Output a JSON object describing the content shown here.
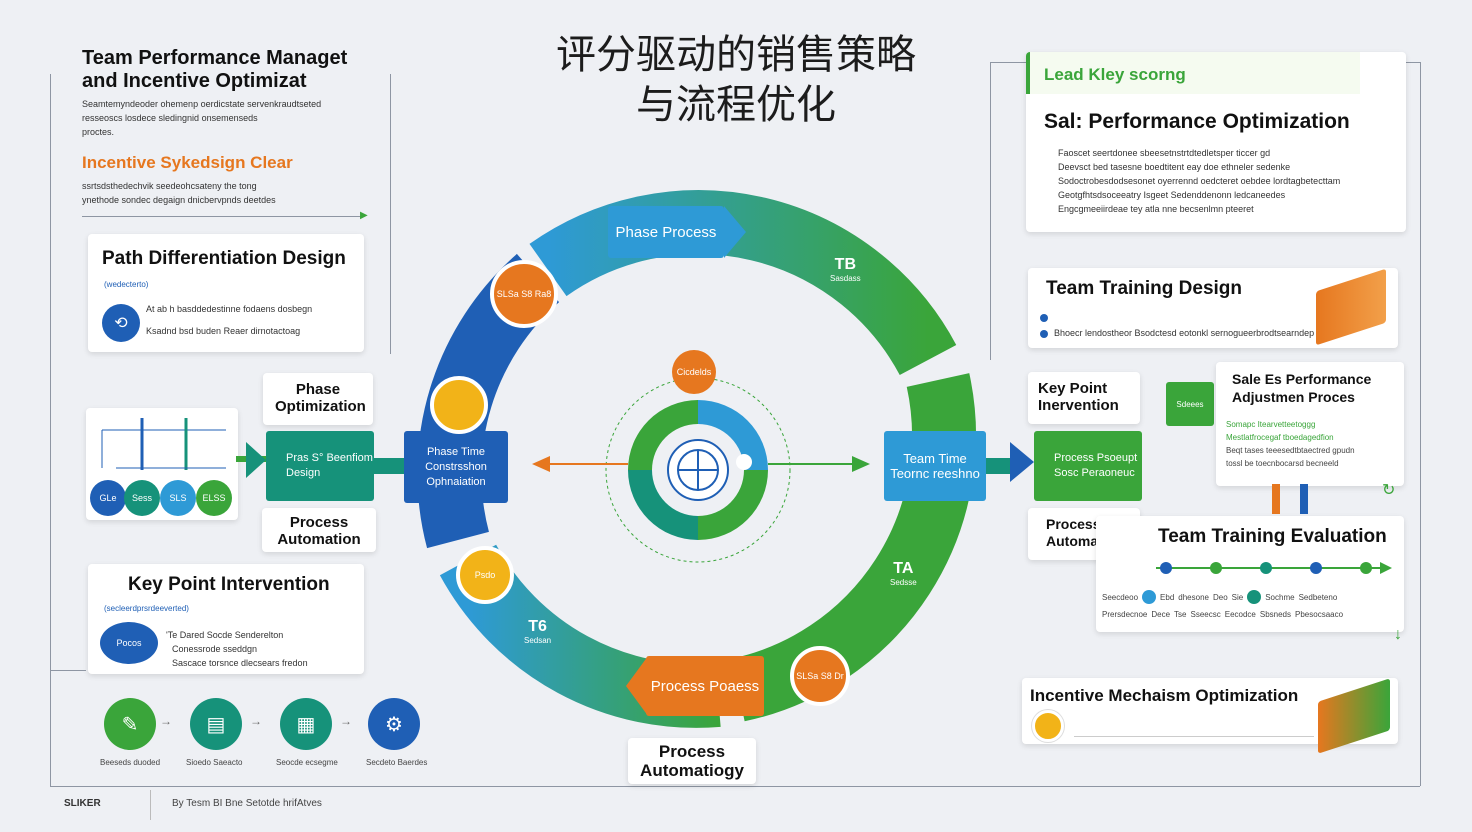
{
  "title": {
    "line1": "评分驱动的销售策略",
    "line2": "与流程优化"
  },
  "left": {
    "header_title_1": "Team Performance Managet",
    "header_title_2": "and Incentive Optimizat",
    "header_desc_1": "Seamtemyndeoder ohemenp oerdicstate servenkraudtseted",
    "header_desc_2": "resseoscs losdece sledingnid onsemenseds",
    "header_desc_3": "proctes.",
    "incentive_title": "Incentive Sykedsign Clear",
    "incentive_desc_1": "ssrtsdsthedechvik seedeohcsateny the tong",
    "incentive_desc_2": "ynethode sondec degaign dnicbervpnds deetdes",
    "path_title": "Path Differentiation Design",
    "path_sub": "(wedecterto)",
    "path_item_1": "At ab h basddedestinne fodaens dosbegn",
    "path_item_2": "Ksadnd bsd buden Reaer dirnotactoag",
    "phase_opt_label": "Phase Optimization",
    "phase_box_label": "Pras S° Beenfiom Design",
    "process_auto_label": "Process Automation",
    "bubbles": [
      "GLe",
      "Sess",
      "SLS",
      "ELSS"
    ],
    "key_title": "Key Point Intervention",
    "key_sub": "(secleerdprsrdeeverted)",
    "key_badge": "Pocos",
    "key_item_1": "'Te  Dared Socde Senderelton",
    "key_item_2": "Conessrode sseddgn",
    "key_item_3": "Sascace torsnce dlecsears fredon",
    "icon_labels": [
      "Beeseds duoded",
      "Sioedo Saeacto",
      "Seocde ecsegme",
      "Secdeto Baerdes"
    ],
    "footer_logo": "SLIKER",
    "footer_text": "By Tesm BI Bne Setotde hrifAtves"
  },
  "center": {
    "phase_process": "Phase Process",
    "phase_time": "Phase Time Constrsshon Ophnaiation",
    "team_time": "Team Time Teornc reeshno",
    "process_bottom": "Process Poaess",
    "process_auto_bottom": "Process Automatiogy",
    "tb_top": "TB",
    "tb_top_sub": "Sasdass",
    "ta_right": "TA",
    "ta_right_sub": "Sedsse",
    "tb_left": "T6",
    "tb_left_sub": "Sedsan",
    "node_top_left": "SLSa S8 Ra8",
    "node_bottom_right": "SLSa S8 Dr",
    "node_small": "Psdo",
    "node_top": "Cicdelds"
  },
  "right": {
    "lead_title": "Lead Kley scorng",
    "sale_title": "Sal: Performance Optimization",
    "sale_bullets": [
      "Faoscet seertdonee sbeesetnstrtdtedletsper ticcer gd",
      "Deevsct  bed tasesne boedtitent eay doe ethneler sedenke",
      "Sodoctrobesdodsesonet oyerrennd oedcteret oebdee lordtagbetecttam",
      "Geotgfhtsdsoceeatry Isgeet Sedenddenonn ledcaneedes",
      "Engcgmeeiirdeae tey atla nne becsenlmn pteeret"
    ],
    "training_title": "Team Training Design",
    "training_line": "Bhoecr lendostheor  Bsodctesd eotonkl sernogueerbrodtsearndepeeg",
    "key_title": "Key Point Inervention",
    "green_badge": "Sdeees",
    "process_box": "Process Psoeupt Sosc Peraoneuc",
    "process_auto": "Process Automation",
    "adjust_title": "Sale Es Performance Adjustmen Proces",
    "adjust_bullets": [
      "Somapc Itearvetteetoggg",
      "Mestlatfrocegaf tboedagedfion",
      "Beqt tases teeesedtbtaectred gpudn"
    ],
    "adjust_tail": "tossl be toecnbocarsd becneeld",
    "eval_title": "Team Training Evaluation",
    "eval_labels": [
      "Seecdeoo",
      "Ebd",
      "dhesone",
      "Deo",
      "Sie",
      "Sochme",
      "Sedbeteno",
      "Prersdecnoe",
      "Dece",
      "Tse",
      "Sseecsc",
      "Eecodce",
      "Sbsneds",
      "Pbesocsaaco"
    ],
    "incentive_title": "Incentive Mechaism Optimization"
  },
  "colors": {
    "blue": "#1f5fb5",
    "lightblue": "#2e9ad6",
    "green": "#3aa53a",
    "orange": "#e6771f",
    "teal": "#16927a",
    "yellow": "#f2b318"
  }
}
